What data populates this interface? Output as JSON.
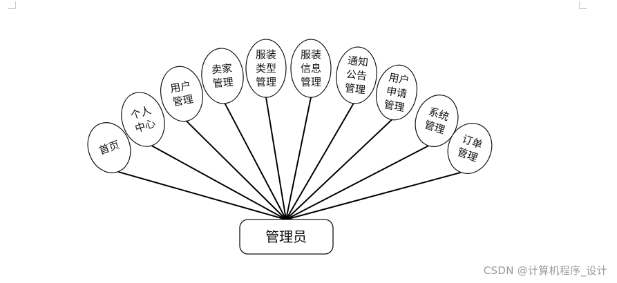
{
  "root": {
    "label": "管理员"
  },
  "nodes": [
    {
      "id": "home",
      "lines": [
        "首页"
      ]
    },
    {
      "id": "personal-center",
      "lines": [
        "个人",
        "中心"
      ]
    },
    {
      "id": "user-mgmt",
      "lines": [
        "用户",
        "管理"
      ]
    },
    {
      "id": "seller-mgmt",
      "lines": [
        "卖家",
        "管理"
      ]
    },
    {
      "id": "clothing-type-mgmt",
      "lines": [
        "服装",
        "类型",
        "管理"
      ]
    },
    {
      "id": "clothing-info-mgmt",
      "lines": [
        "服装",
        "信息",
        "管理"
      ]
    },
    {
      "id": "notice-mgmt",
      "lines": [
        "通知",
        "公告",
        "管理"
      ]
    },
    {
      "id": "user-application-mgmt",
      "lines": [
        "用户",
        "申请",
        "管理"
      ]
    },
    {
      "id": "system-mgmt",
      "lines": [
        "系统",
        "管理"
      ]
    },
    {
      "id": "order-mgmt",
      "lines": [
        "订单",
        "管理"
      ]
    }
  ],
  "watermark": "CSDN @计算机程序_设计"
}
